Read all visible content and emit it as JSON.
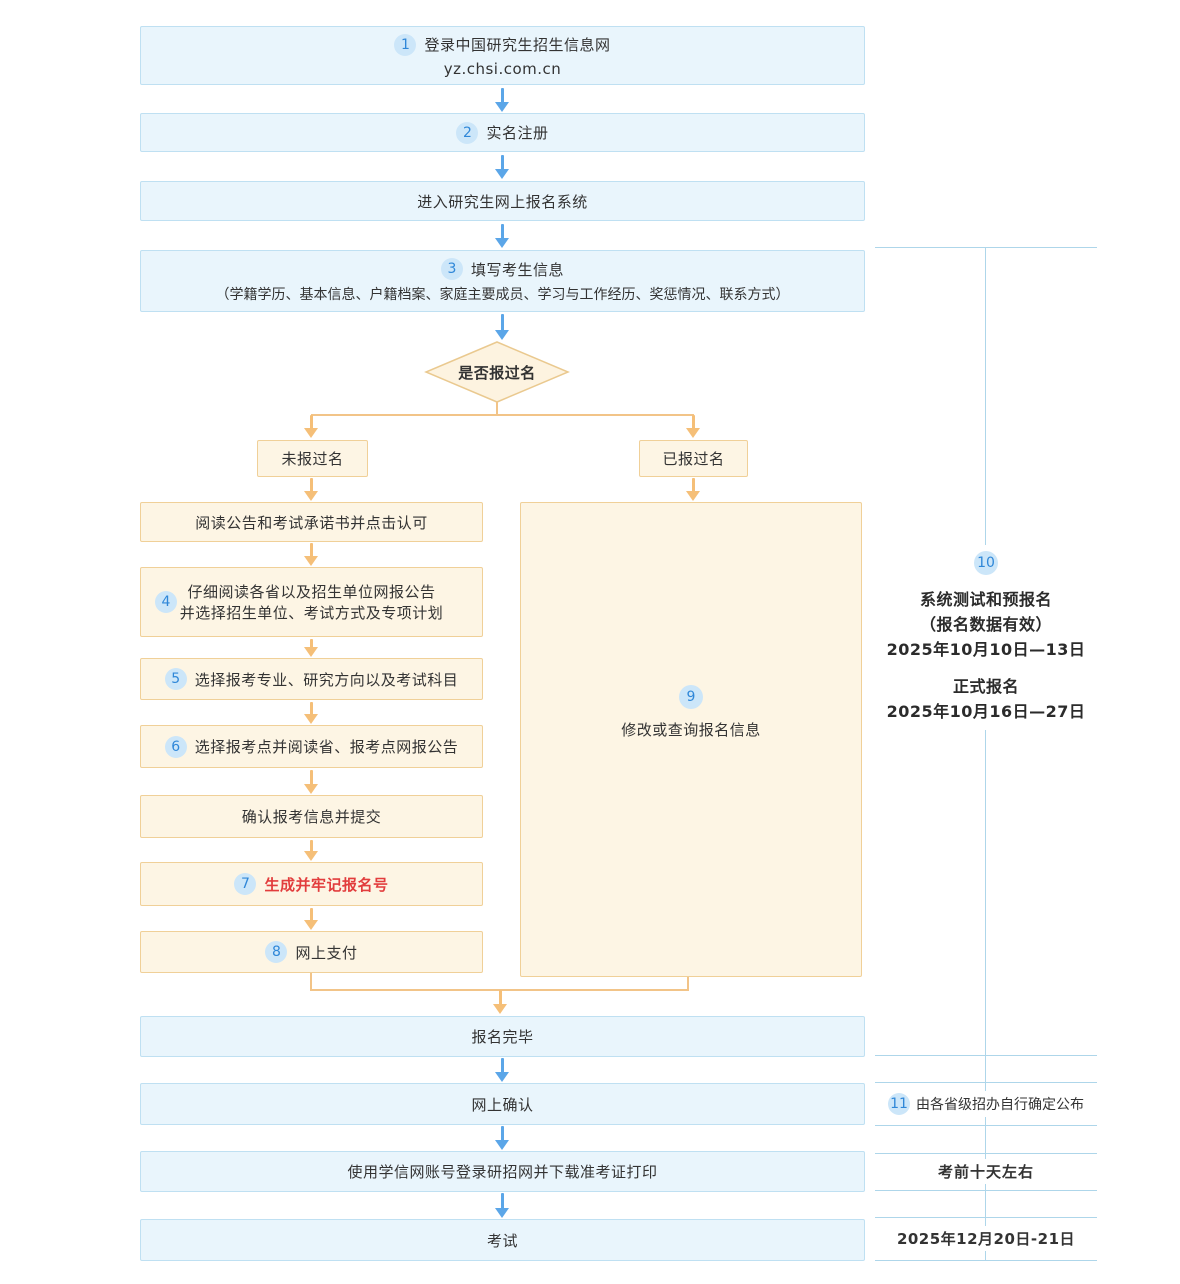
{
  "flow": {
    "top_steps": [
      {
        "num": "1",
        "title": "登录中国研究生招生信息网",
        "subtitle": "yz.chsi.com.cn"
      },
      {
        "num": "2",
        "title": "实名注册"
      },
      {
        "title": "进入研究生网上报名系统"
      },
      {
        "num": "3",
        "title": "填写考生信息",
        "subtitle": "（学籍学历、基本信息、户籍档案、家庭主要成员、学习与工作经历、奖惩情况、联系方式）"
      }
    ],
    "decision": {
      "label": "是否报过名"
    },
    "branches": {
      "left": "未报过名",
      "right": "已报过名"
    },
    "left_steps": [
      {
        "title": "阅读公告和考试承诺书并点击认可"
      },
      {
        "num": "4",
        "title": "仔细阅读各省以及招生单位网报公告",
        "title2": "并选择招生单位、考试方式及专项计划"
      },
      {
        "num": "5",
        "title": "选择报考专业、研究方向以及考试科目"
      },
      {
        "num": "6",
        "title": "选择报考点并阅读省、报考点网报公告"
      },
      {
        "title": "确认报考信息并提交"
      },
      {
        "num": "7",
        "title": "生成并牢记报名号"
      },
      {
        "num": "8",
        "title": "网上支付"
      }
    ],
    "right_step": {
      "num": "9",
      "title": "修改或查询报名信息"
    },
    "bottom_steps": [
      {
        "title": "报名完毕"
      },
      {
        "title": "网上确认"
      },
      {
        "title": "使用学信网账号登录研招网并下载准考证打印"
      },
      {
        "title": "考试"
      }
    ]
  },
  "sidebar": {
    "schedule": {
      "num": "10",
      "heading1": "系统测试和预报名",
      "note1": "（报名数据有效）",
      "date1": "2025年10月10日—13日",
      "heading2": "正式报名",
      "date2": "2025年10月16日—27日"
    },
    "confirm_note": {
      "num": "11",
      "label": "由各省级招办自行确定公布"
    },
    "admission_note": "考前十天左右",
    "exam_date": "2025年12月20日-21日"
  },
  "colors": {
    "box_blue_bg": "#e9f5fc",
    "box_blue_border": "#bfe0f2",
    "box_orange_bg": "#fdf5e4",
    "box_orange_border": "#f0d098",
    "arrow_blue": "#5ba6e8",
    "arrow_orange": "#f5bf78",
    "connector_orange": "#f2c488",
    "number_badge_bg": "#cce6f9",
    "number_badge_text": "#2f87d8",
    "highlight_red": "#e23d3d",
    "sidebar_line": "#aed6ea",
    "text": "#333333"
  }
}
